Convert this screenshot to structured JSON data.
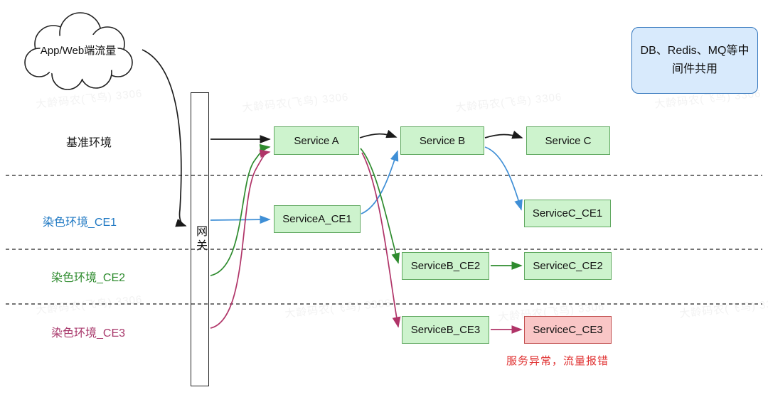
{
  "cloud": {
    "label": "App/Web端流量"
  },
  "gateway": {
    "label": "网关"
  },
  "note_box": {
    "label": "DB、Redis、MQ等中间件共用"
  },
  "rows": [
    {
      "label": "基准环境",
      "color": "#1a1a1a"
    },
    {
      "label": "染色环境_CE1",
      "color": "#2079c3"
    },
    {
      "label": "染色环境_CE2",
      "color": "#2e8b2e"
    },
    {
      "label": "染色环境_CE3",
      "color": "#a8386b"
    }
  ],
  "services": [
    {
      "label": "Service A",
      "state": "normal"
    },
    {
      "label": "Service B",
      "state": "normal"
    },
    {
      "label": "Service C",
      "state": "normal"
    },
    {
      "label": "ServiceA_CE1",
      "state": "normal"
    },
    {
      "label": "ServiceC_CE1",
      "state": "normal"
    },
    {
      "label": "ServiceB_CE2",
      "state": "normal"
    },
    {
      "label": "ServiceC_CE2",
      "state": "normal"
    },
    {
      "label": "ServiceB_CE3",
      "state": "normal"
    },
    {
      "label": "ServiceC_CE3",
      "state": "error"
    }
  ],
  "error_note": {
    "label": "服务异常，流量报错",
    "color": "#e03131"
  },
  "watermark": {
    "text": "大龄码农(飞鸟) 3306"
  },
  "colors": {
    "service_fill": "#cdf3cd",
    "service_border": "#5fa85f",
    "error_fill": "#f9c6c6",
    "error_border": "#c24f4f",
    "note_fill": "#d8eafc",
    "note_border": "#3376bd",
    "baseline_arrow": "#1a1a1a",
    "ce1_arrow": "#3f8fd6",
    "ce2_arrow": "#2e8b2e",
    "ce3_arrow": "#b03468"
  },
  "edges": [
    {
      "from": "App/Web端流量",
      "to": "网关",
      "env": "",
      "color": "black"
    },
    {
      "from": "网关",
      "to": "Service A",
      "env": "基准环境",
      "color": "black"
    },
    {
      "from": "Service A",
      "to": "Service B",
      "env": "基准环境",
      "color": "black"
    },
    {
      "from": "Service B",
      "to": "Service C",
      "env": "基准环境",
      "color": "black"
    },
    {
      "from": "网关",
      "to": "ServiceA_CE1",
      "env": "染色环境_CE1",
      "color": "blue"
    },
    {
      "from": "ServiceA_CE1",
      "to": "Service B",
      "env": "染色环境_CE1",
      "color": "blue"
    },
    {
      "from": "Service B",
      "to": "ServiceC_CE1",
      "env": "染色环境_CE1",
      "color": "blue"
    },
    {
      "from": "网关",
      "to": "Service A",
      "env": "染色环境_CE2",
      "color": "green"
    },
    {
      "from": "Service A",
      "to": "ServiceB_CE2",
      "env": "染色环境_CE2",
      "color": "green"
    },
    {
      "from": "ServiceB_CE2",
      "to": "ServiceC_CE2",
      "env": "染色环境_CE2",
      "color": "green"
    },
    {
      "from": "网关",
      "to": "Service A",
      "env": "染色环境_CE3",
      "color": "crimson"
    },
    {
      "from": "Service A",
      "to": "ServiceB_CE3",
      "env": "染色环境_CE3",
      "color": "crimson"
    },
    {
      "from": "ServiceB_CE3",
      "to": "ServiceC_CE3",
      "env": "染色环境_CE3",
      "color": "crimson"
    }
  ]
}
